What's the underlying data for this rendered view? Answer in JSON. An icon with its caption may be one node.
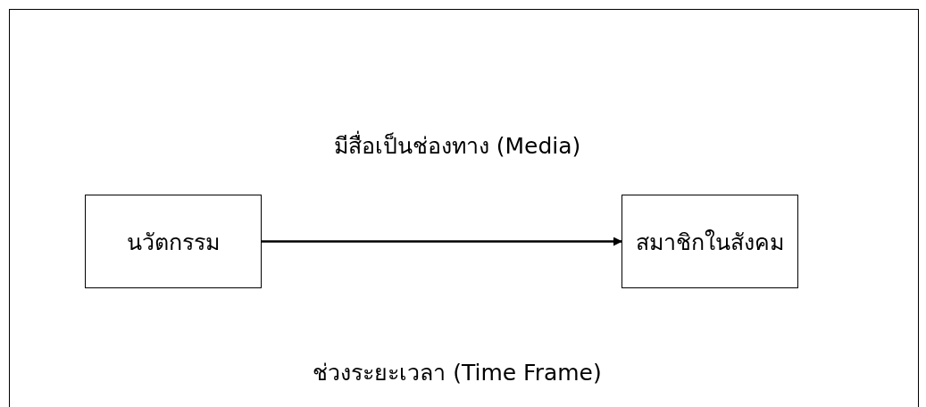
{
  "diagram": {
    "nodes": [
      {
        "text": [
          "นวัตกรรม"
        ]
      },
      {
        "text": [
          "สมาชิกในสังคม"
        ]
      }
    ],
    "edges": [
      {
        "from": 0,
        "to": 1,
        "arrow": "to"
      }
    ],
    "labels": [
      "มีสื่อเป็นช่องทาง (Media)",
      "ช่วงระยะเวลา (Time Frame)"
    ]
  }
}
